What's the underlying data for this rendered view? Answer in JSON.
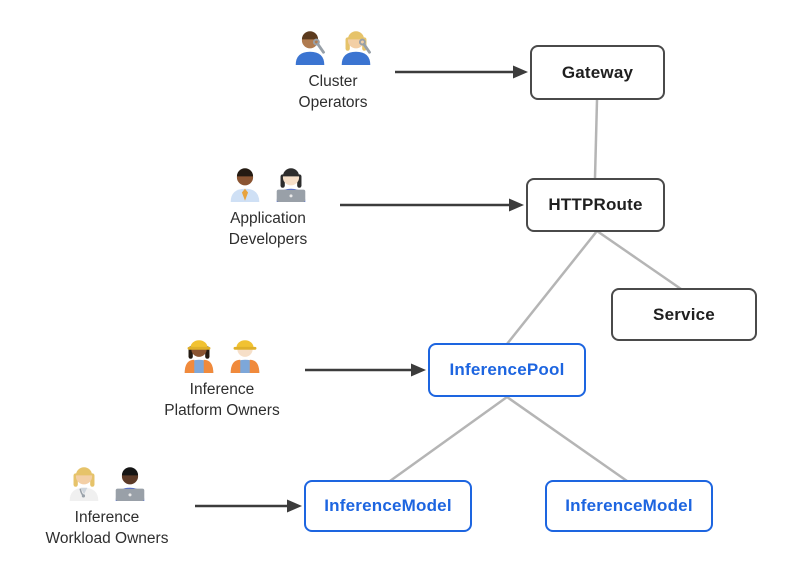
{
  "personas": [
    {
      "id": "cluster-operators",
      "icons": [
        "man-mechanic-icon",
        "woman-mechanic-icon"
      ],
      "label_lines": [
        "Cluster",
        "Operators"
      ]
    },
    {
      "id": "application-developers",
      "icons": [
        "man-office-worker-icon",
        "woman-technologist-icon"
      ],
      "label_lines": [
        "Application",
        "Developers"
      ]
    },
    {
      "id": "inference-platform-owners",
      "icons": [
        "woman-construction-worker-icon",
        "man-construction-worker-icon"
      ],
      "label_lines": [
        "Inference",
        "Platform Owners"
      ]
    },
    {
      "id": "inference-workload-owners",
      "icons": [
        "health-worker-icon",
        "man-technologist-icon"
      ],
      "label_lines": [
        "Inference",
        "Workload Owners"
      ]
    }
  ],
  "nodes": [
    {
      "id": "gateway",
      "label": "Gateway",
      "style": "core"
    },
    {
      "id": "httproute",
      "label": "HTTPRoute",
      "style": "core"
    },
    {
      "id": "service",
      "label": "Service",
      "style": "core"
    },
    {
      "id": "inferencepool",
      "label": "InferencePool",
      "style": "extension"
    },
    {
      "id": "inferencemodel-left",
      "label": "InferenceModel",
      "style": "extension"
    },
    {
      "id": "inferencemodel-right",
      "label": "InferenceModel",
      "style": "extension"
    }
  ],
  "edges": [
    {
      "from": "gateway",
      "to": "httproute",
      "type": "line"
    },
    {
      "from": "httproute",
      "to": "service",
      "type": "line"
    },
    {
      "from": "httproute",
      "to": "inferencepool",
      "type": "line"
    },
    {
      "from": "inferencepool",
      "to": "inferencemodel-left",
      "type": "line"
    },
    {
      "from": "inferencepool",
      "to": "inferencemodel-right",
      "type": "line"
    },
    {
      "from": "cluster-operators",
      "to": "gateway",
      "type": "arrow"
    },
    {
      "from": "application-developers",
      "to": "httproute",
      "type": "arrow"
    },
    {
      "from": "inference-platform-owners",
      "to": "inferencepool",
      "type": "arrow"
    },
    {
      "from": "inference-workload-owners",
      "to": "inferencemodel-left",
      "type": "arrow"
    }
  ],
  "colors": {
    "core_border": "#4a4a4a",
    "core_text": "#1f1f1f",
    "extension": "#1d65e0",
    "connector": "#b5b5b5",
    "arrow": "#3c3c3c",
    "label_text": "#2e2e2e",
    "background": "#ffffff"
  }
}
